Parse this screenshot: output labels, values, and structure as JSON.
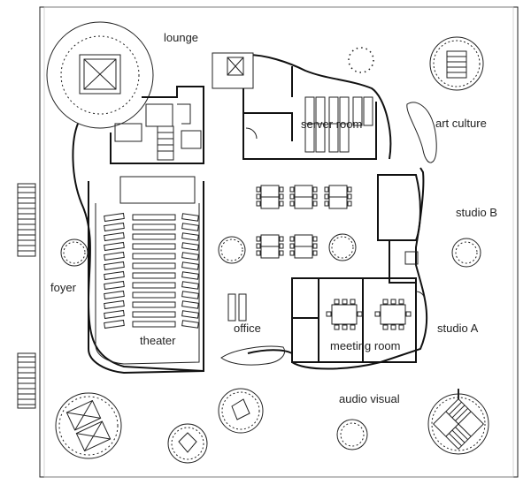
{
  "rooms": {
    "lounge": "lounge",
    "server_room": "server room",
    "art_culture": "art culture",
    "studio_b": "studio B",
    "foyer": "foyer",
    "office": "office",
    "studio_a": "studio A",
    "theater": "theater",
    "meeting_room": "meeting room",
    "audio_visual": "audio visual"
  }
}
